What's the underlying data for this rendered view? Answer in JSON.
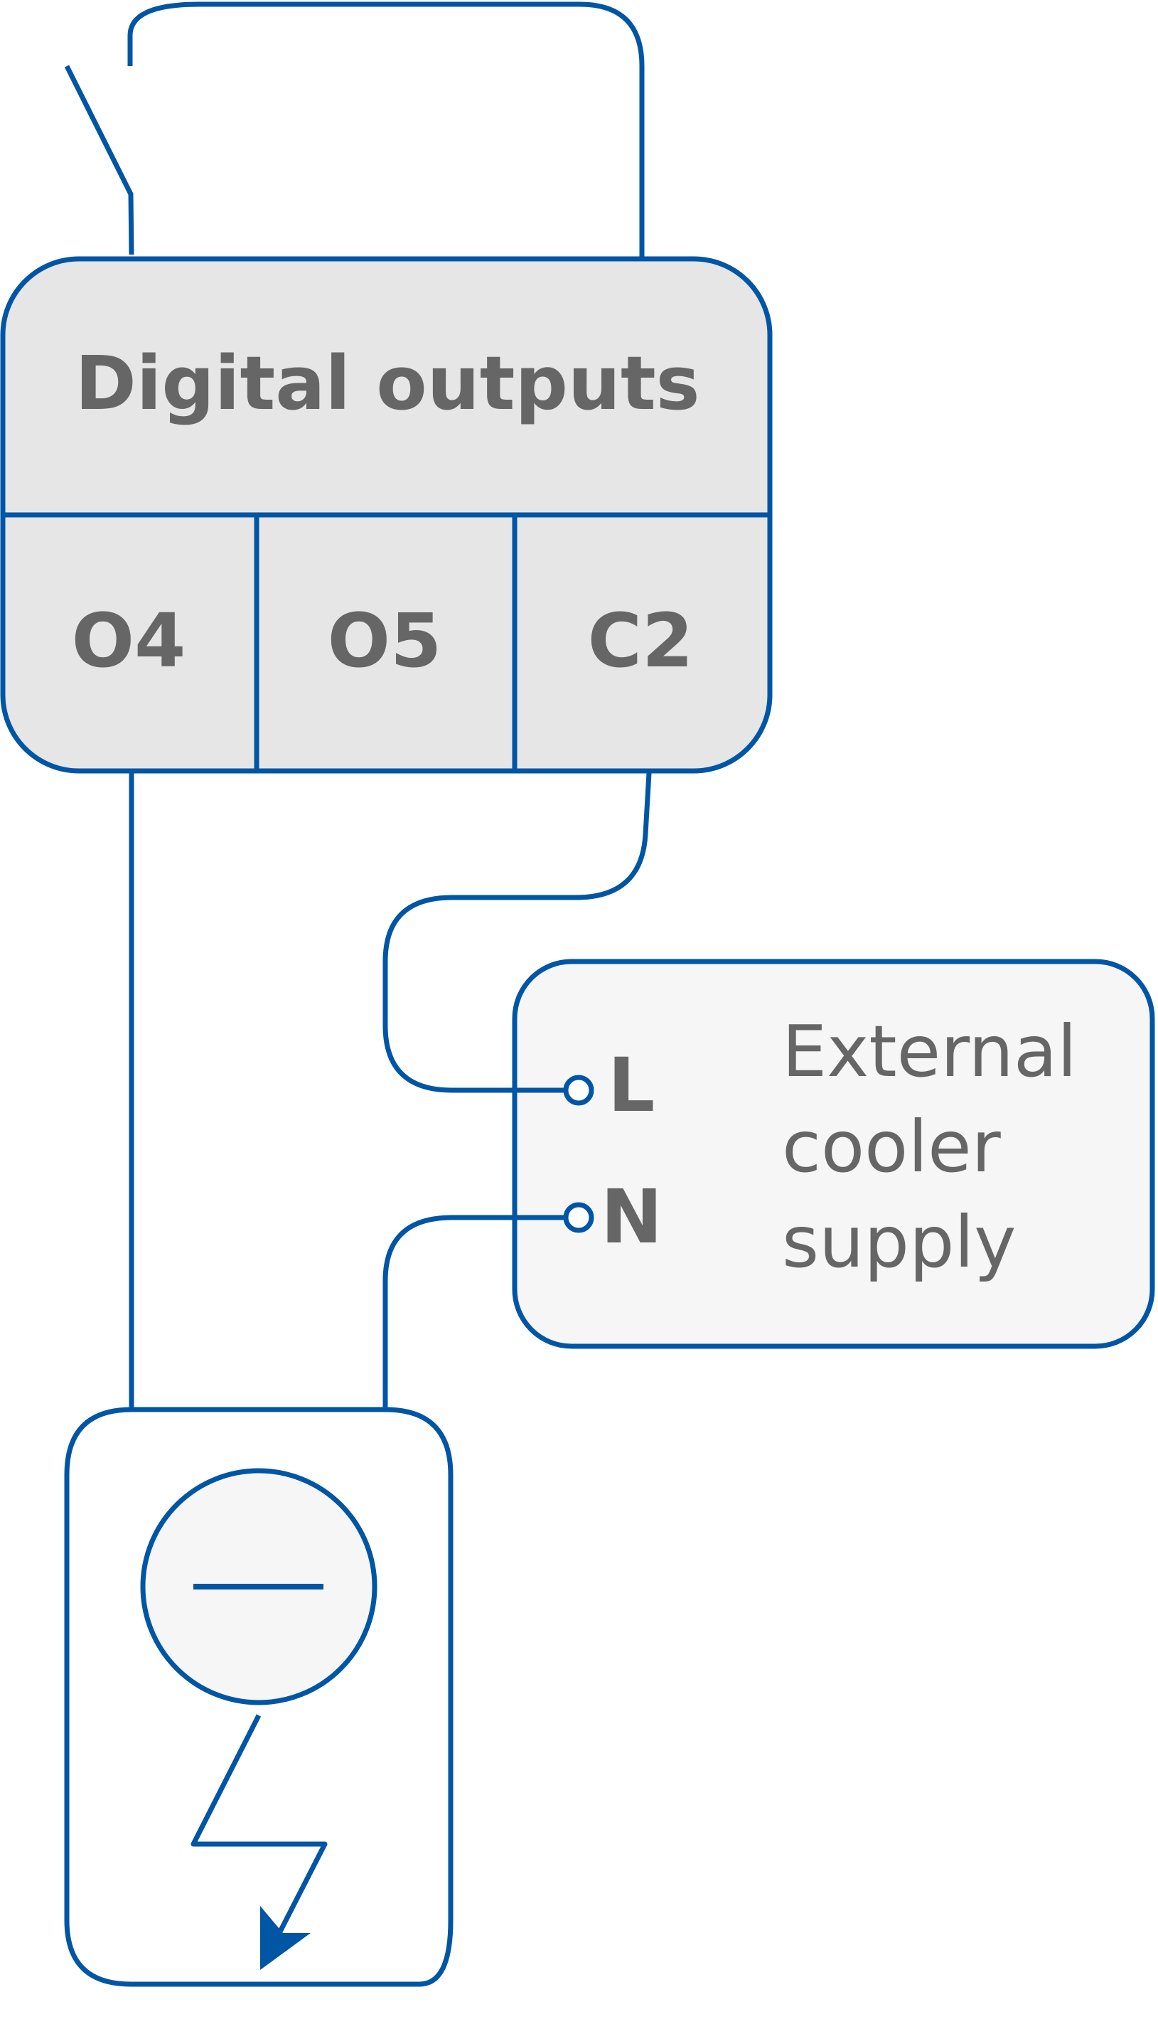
{
  "digital_outputs": {
    "title": "Digital outputs",
    "terminals": [
      "O4",
      "O5",
      "C2"
    ]
  },
  "external_supply": {
    "label_lines": [
      "External",
      "cooler",
      "supply"
    ],
    "terminals": [
      "L",
      "N"
    ]
  },
  "colors": {
    "wire": "#0055a5",
    "module_fill": "#e6e6e6",
    "supply_fill": "#f6f6f6",
    "text": "#666666"
  },
  "icons": {
    "switch": "switch-contact-icon",
    "cooler": "cooler-unit-icon",
    "motor": "motor-circle-icon",
    "lightning": "lightning-bolt-icon"
  }
}
